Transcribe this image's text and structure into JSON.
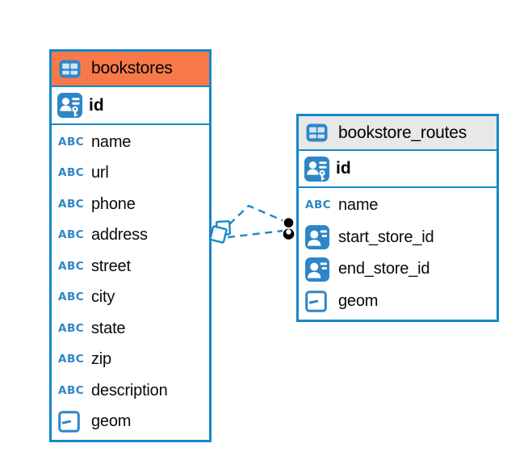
{
  "colors": {
    "canvas_background": "#ffffff",
    "table_border": "#1588c9",
    "bookstores_header_bg": "#f7794a",
    "routes_header_bg": "#e8e8e8",
    "icon_blue": "#2e86c8",
    "text_type_blue": "#2e86c4",
    "relation_line": "#1b88ca",
    "relation_dot": "#000000",
    "row_text": "#0a0a0a"
  },
  "icons": {
    "text_type_label": "ABC",
    "table_icon": "table-icon",
    "primary_key_icon": "primary-key-icon",
    "foreign_key_icon": "foreign-key-icon",
    "geometry_type_icon": "geometry-type-icon"
  },
  "tables": [
    {
      "title": "bookstores",
      "header_style": "orange",
      "columns": [
        {
          "label": "id",
          "icon": "primary-key-icon"
        },
        {
          "label": "name",
          "icon": "text-type-icon"
        },
        {
          "label": "url",
          "icon": "text-type-icon"
        },
        {
          "label": "phone",
          "icon": "text-type-icon"
        },
        {
          "label": "address",
          "icon": "text-type-icon"
        },
        {
          "label": "street",
          "icon": "text-type-icon"
        },
        {
          "label": "city",
          "icon": "text-type-icon"
        },
        {
          "label": "state",
          "icon": "text-type-icon"
        },
        {
          "label": "zip",
          "icon": "text-type-icon"
        },
        {
          "label": "description",
          "icon": "text-type-icon"
        },
        {
          "label": "geom",
          "icon": "geometry-type-icon"
        }
      ]
    },
    {
      "title": "bookstore_routes",
      "header_style": "gray",
      "columns": [
        {
          "label": "id",
          "icon": "primary-key-icon"
        },
        {
          "label": "name",
          "icon": "text-type-icon"
        },
        {
          "label": "start_store_id",
          "icon": "foreign-key-icon"
        },
        {
          "label": "end_store_id",
          "icon": "foreign-key-icon"
        },
        {
          "label": "geom",
          "icon": "geometry-type-icon"
        }
      ]
    }
  ],
  "relations": [
    {
      "from_table": "bookstores",
      "to_table": "bookstore_routes",
      "line_style": "dashed"
    },
    {
      "from_table": "bookstores",
      "to_table": "bookstore_routes",
      "line_style": "dashed"
    }
  ]
}
